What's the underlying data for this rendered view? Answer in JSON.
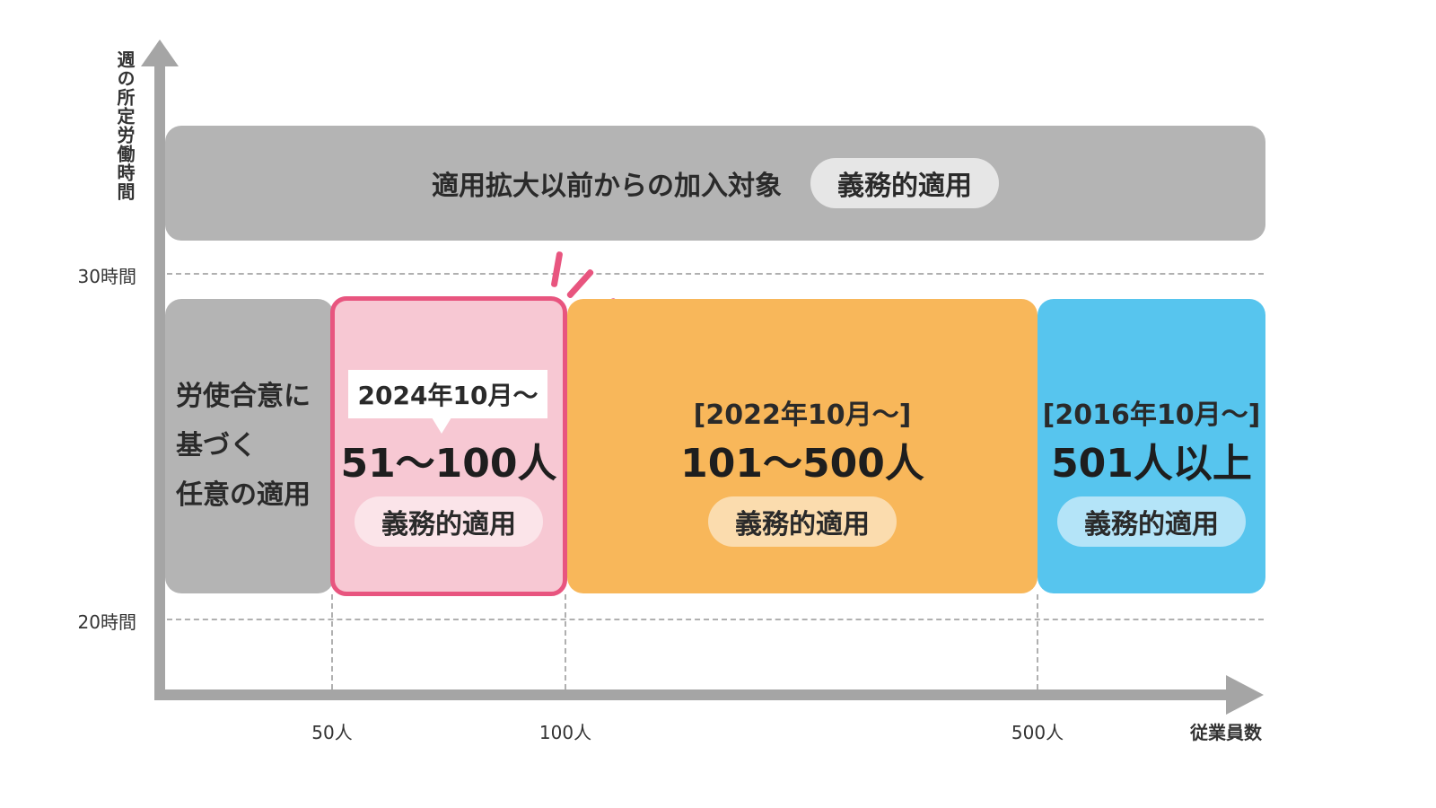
{
  "y_axis": {
    "title": "週の所定労働時間",
    "ticks": [
      "30時間",
      "20時間"
    ]
  },
  "x_axis": {
    "title": "従業員数",
    "ticks": [
      "50人",
      "100人",
      "500人"
    ]
  },
  "top_band": {
    "label": "適用拡大以前からの加入対象",
    "badge": "義務的適用"
  },
  "voluntary_block": {
    "lines": [
      "労使合意に",
      "基づく",
      "任意の適用"
    ]
  },
  "tiers": [
    {
      "period": "2024年10月〜",
      "range": "51〜100人",
      "badge": "義務的適用"
    },
    {
      "period": "[2022年10月〜]",
      "range": "101〜500人",
      "badge": "義務的適用"
    },
    {
      "period": "[2016年10月〜]",
      "range": "501人以上",
      "badge": "義務的適用"
    }
  ],
  "colors": {
    "grey": "#b4b4b4",
    "pink_fill": "#f7c8d3",
    "pink_border": "#e8557f",
    "orange": "#f8b75a",
    "blue": "#57c5ee",
    "axis": "#a5a5a5"
  }
}
